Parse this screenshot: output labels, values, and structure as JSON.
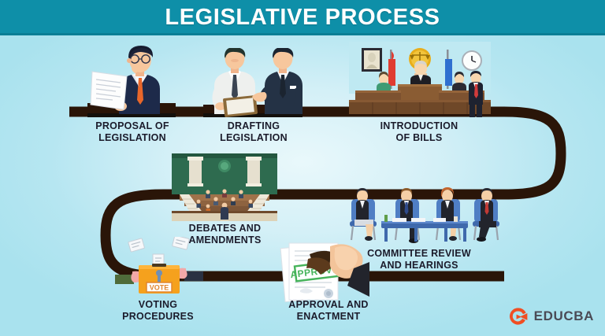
{
  "header": {
    "title": "LEGISLATIVE PROCESS",
    "background_color": "#0e8fa8",
    "text_color": "#ffffff"
  },
  "canvas": {
    "background_color": "#ade5ef",
    "background_center_color": "#e9f8fb",
    "path_color": "#2a1508"
  },
  "steps": [
    {
      "id": "proposal",
      "label": "PROPOSAL OF\nLEGISLATION",
      "illustration": "man-reading-document-at-desk",
      "row": 1,
      "order": 1
    },
    {
      "id": "drafting",
      "label": "DRAFTING\nLEGISLATION",
      "illustration": "two-men-discussing-with-clipboard",
      "row": 1,
      "order": 2
    },
    {
      "id": "introduction",
      "label": "INTRODUCTION\nOF BILLS",
      "illustration": "courtroom-judge-bench-with-flags",
      "row": 1,
      "order": 3
    },
    {
      "id": "debates",
      "label": "DEBATES AND\nAMENDMENTS",
      "illustration": "parliament-chamber-tiered-seating",
      "row": 2,
      "order": 4
    },
    {
      "id": "committee",
      "label": "COMMITTEE REVIEW\nAND HEARINGS",
      "illustration": "four-panelists-seated-blue-chairs",
      "row": 2,
      "order": 5
    },
    {
      "id": "voting",
      "label": "VOTING\nPROCEDURES",
      "illustration": "orange-ballot-box-with-hands",
      "row": 3,
      "order": 6
    },
    {
      "id": "approval",
      "label": "APPROVAL AND\nENACTMENT",
      "illustration": "hand-stamping-approved-document",
      "row": 3,
      "order": 7
    }
  ],
  "ballot_box": {
    "vote_label": "VOTE",
    "box_color": "#f5a11d"
  },
  "approval_stamp": {
    "stamp_text": "APPROVED",
    "stamp_color": "#46b35a"
  },
  "logo": {
    "brand": "EDUCBA",
    "mark": "educba-e-icon",
    "mark_color": "#f04e23",
    "text_color": "#4a4a55"
  }
}
